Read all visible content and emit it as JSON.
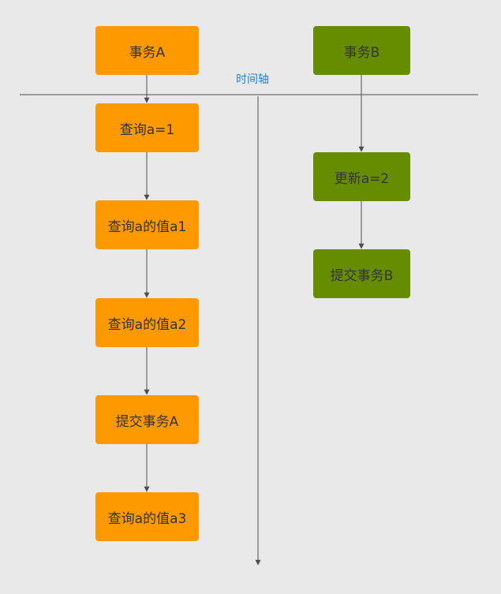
{
  "timeline_label": "时间轴",
  "colors": {
    "background": "#e9e9e9",
    "transaction_a": "#ff9900",
    "transaction_b": "#668d00",
    "line": "#4d4d4d",
    "axis_label": "#1f86d6"
  },
  "transaction_a": {
    "header": "事务A",
    "steps": [
      "查询a=1",
      "查询a的值a1",
      "查询a的值a2",
      "提交事务A",
      "查询a的值a3"
    ]
  },
  "transaction_b": {
    "header": "事务B",
    "steps": [
      "更新a=2",
      "提交事务B"
    ]
  }
}
